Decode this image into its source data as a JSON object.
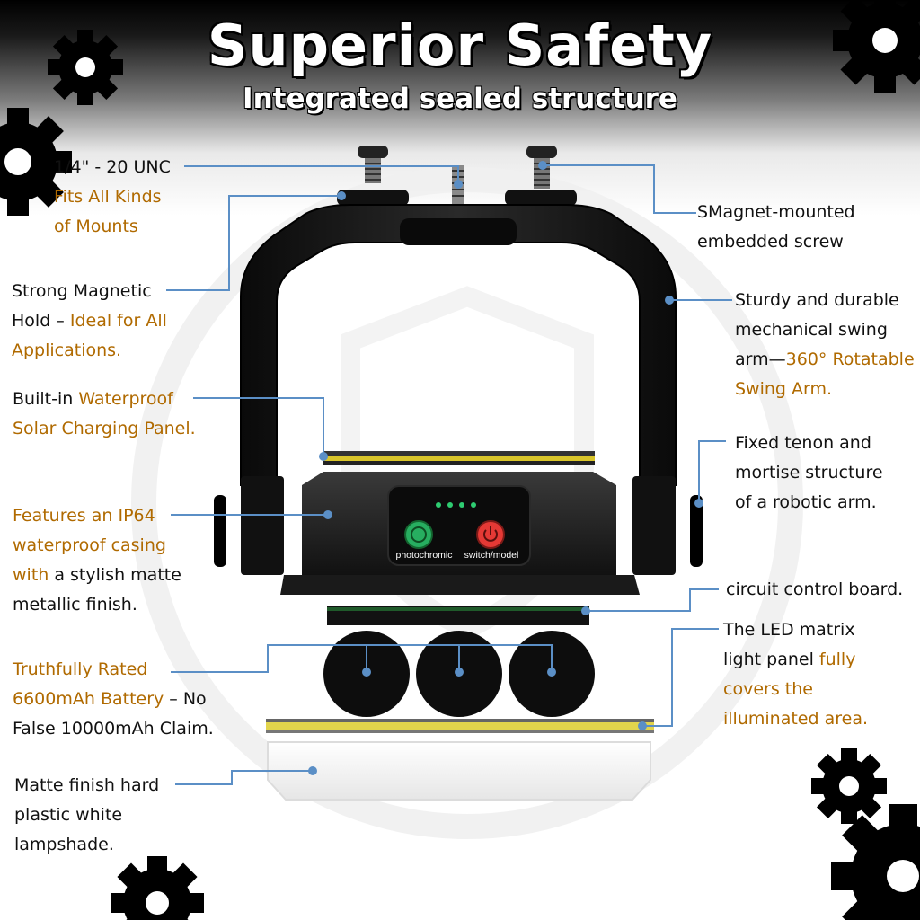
{
  "title": "Superior Safety",
  "subtitle": "Integrated sealed structure",
  "colors": {
    "accent": "#b06a00",
    "leader_line": "#5b8fc6",
    "led": "#2ecc71",
    "power_button": "#e53935",
    "photo_button": "#27ae60"
  },
  "icons": [
    "gear-icon",
    "shield-watermark-icon",
    "power-icon"
  ],
  "device": {
    "btn_left_label": "photochromic",
    "btn_right_label": "switch/model"
  },
  "callouts": {
    "mount": {
      "l1": "1/4\" - 20 UNC",
      "l2": "Fits All Kinds",
      "l3": "of Mounts"
    },
    "screw": {
      "l1": "SMagnet-mounted",
      "l2": "embedded screw"
    },
    "magnet": {
      "l1": "Strong Magnetic",
      "l2a": "Hold – ",
      "l2b": "Ideal for All",
      "l3": "Applications."
    },
    "arm": {
      "l1": "Sturdy and durable",
      "l2": "mechanical swing",
      "l3a": "arm—",
      "l3b": "360° Rotatable",
      "l4": "Swing Arm."
    },
    "solar": {
      "l1a": "Built-in ",
      "l1b": "Waterproof",
      "l2": "Solar Charging Panel."
    },
    "tenon": {
      "l1": "Fixed tenon and",
      "l2": "mortise structure",
      "l3": "of a robotic arm."
    },
    "casing": {
      "l1": "Features an IP64",
      "l2": "waterproof casing",
      "l3a": "with",
      "l3b": " a stylish matte",
      "l4": "metallic finish."
    },
    "board": {
      "l1": "circuit control board."
    },
    "battery": {
      "l1": "Truthfully Rated",
      "l2a": "6600mAh Battery",
      "l2b": " – No",
      "l3": "False 10000mAh Claim."
    },
    "led": {
      "l1": "The LED matrix",
      "l2a": "light panel ",
      "l2b": "fully",
      "l3": "covers the",
      "l4": "illuminated area."
    },
    "shade": {
      "l1": "Matte finish hard",
      "l2": "plastic white",
      "l3": "lampshade."
    }
  }
}
